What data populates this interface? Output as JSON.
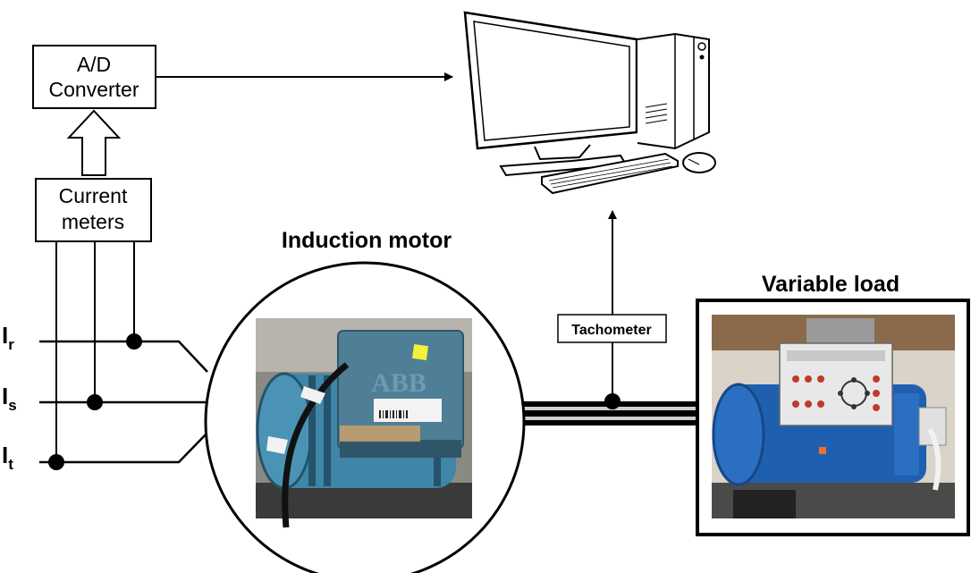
{
  "blocks": {
    "ad_converter": {
      "line1": "A/D",
      "line2": "Converter"
    },
    "current_meters": {
      "line1": "Current",
      "line2": "meters"
    },
    "tachometer": {
      "label": "Tachometer"
    }
  },
  "titles": {
    "induction_motor": "Induction motor",
    "variable_load": "Variable load"
  },
  "phases": [
    {
      "main": "I",
      "sub": "r"
    },
    {
      "main": "I",
      "sub": "s"
    },
    {
      "main": "I",
      "sub": "t"
    }
  ],
  "motor_photo": {
    "brand": "ABB"
  },
  "colors": {
    "line": "#000000",
    "motor_blue": "#3f86a8",
    "motor_dark": "#24546c",
    "load_blue": "#1f5fb0",
    "panel": "#e8e8e8",
    "background": "#ffffff"
  }
}
